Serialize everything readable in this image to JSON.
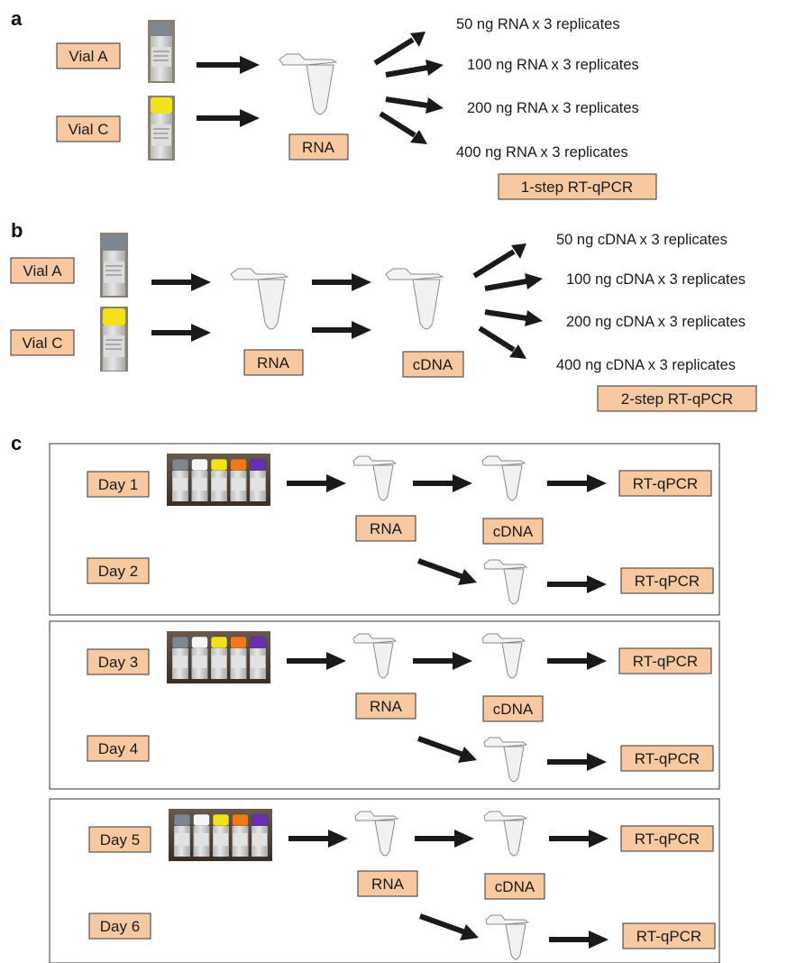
{
  "panels": {
    "a": {
      "letter": "a",
      "vial_a": "Vial A",
      "vial_c": "Vial C",
      "tube_label": "RNA",
      "replicates": [
        "50 ng RNA x 3 replicates",
        "100 ng RNA x 3 replicates",
        "200 ng RNA x 3 replicates",
        "400 ng RNA x 3 replicates"
      ],
      "method": "1-step RT-qPCR"
    },
    "b": {
      "letter": "b",
      "vial_a": "Vial A",
      "vial_c": "Vial C",
      "tube1_label": "RNA",
      "tube2_label": "cDNA",
      "replicates": [
        "50 ng cDNA x 3 replicates",
        "100 ng cDNA x 3 replicates",
        "200 ng cDNA x 3 replicates",
        "400 ng cDNA x 3 replicates"
      ],
      "method": "2-step RT-qPCR"
    },
    "c": {
      "letter": "c",
      "blocks": [
        {
          "day_top": "Day 1",
          "day_bottom": "Day 2",
          "rna": "RNA",
          "cdna": "cDNA",
          "result_top": "RT-qPCR",
          "result_bottom": "RT-qPCR"
        },
        {
          "day_top": "Day 3",
          "day_bottom": "Day 4",
          "rna": "RNA",
          "cdna": "cDNA",
          "result_top": "RT-qPCR",
          "result_bottom": "RT-qPCR"
        },
        {
          "day_top": "Day 5",
          "day_bottom": "Day 6",
          "rna": "RNA",
          "cdna": "cDNA",
          "result_top": "RT-qPCR",
          "result_bottom": "RT-qPCR"
        }
      ]
    }
  },
  "colors": {
    "label_fill": "#f8c9a0",
    "arrow": "#1a1a1a",
    "vial_cap_grey": "#7d8791",
    "vial_cap_yellow": "#f2e21c",
    "vial_cap_white": "#f5f5f5",
    "vial_cap_orange": "#f07a1a",
    "vial_cap_purple": "#6a2fb0",
    "photo_background": "#4a3a30"
  }
}
